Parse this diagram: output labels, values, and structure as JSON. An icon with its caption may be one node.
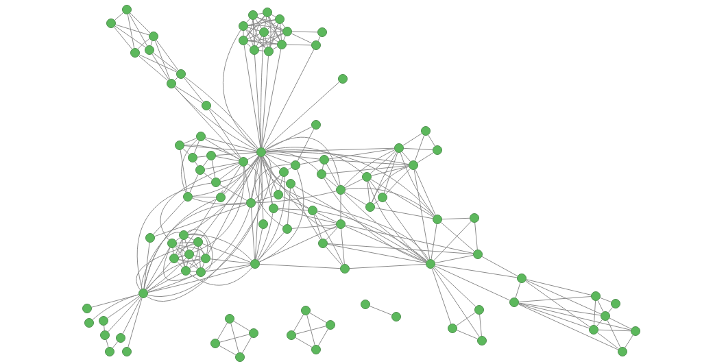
{
  "diagram": {
    "nodes": [
      {
        "text": [],
        "shape": "circle"
      },
      {
        "text": [],
        "shape": "circle"
      },
      {
        "text": [],
        "shape": "circle"
      },
      {
        "text": [],
        "shape": "circle"
      },
      {
        "text": [],
        "shape": "circle"
      },
      {
        "text": [],
        "shape": "circle"
      },
      {
        "text": [],
        "shape": "circle"
      },
      {
        "text": [],
        "shape": "circle"
      },
      {
        "text": [],
        "shape": "circle"
      },
      {
        "text": [],
        "shape": "circle"
      },
      {
        "text": [],
        "shape": "circle"
      },
      {
        "text": [],
        "shape": "circle"
      },
      {
        "text": [],
        "shape": "circle"
      },
      {
        "text": [],
        "shape": "circle"
      },
      {
        "text": [],
        "shape": "circle"
      },
      {
        "text": [],
        "shape": "circle"
      },
      {
        "text": [],
        "shape": "circle"
      },
      {
        "text": [],
        "shape": "circle"
      },
      {
        "text": [],
        "shape": "circle"
      },
      {
        "text": [],
        "shape": "circle"
      },
      {
        "text": [],
        "shape": "circle"
      },
      {
        "text": [],
        "shape": "circle"
      },
      {
        "text": [],
        "shape": "circle"
      },
      {
        "text": [],
        "shape": "circle"
      },
      {
        "text": [],
        "shape": "circle"
      },
      {
        "text": [],
        "shape": "circle"
      },
      {
        "text": [],
        "shape": "circle"
      },
      {
        "text": [],
        "shape": "circle"
      },
      {
        "text": [],
        "shape": "circle"
      },
      {
        "text": [],
        "shape": "circle"
      },
      {
        "text": [],
        "shape": "circle"
      },
      {
        "text": [],
        "shape": "circle"
      },
      {
        "text": [],
        "shape": "circle"
      },
      {
        "text": [],
        "shape": "circle"
      },
      {
        "text": [],
        "shape": "circle"
      },
      {
        "text": [],
        "shape": "circle"
      },
      {
        "text": [],
        "shape": "circle"
      },
      {
        "text": [],
        "shape": "circle"
      },
      {
        "text": [],
        "shape": "circle"
      },
      {
        "text": [],
        "shape": "circle"
      },
      {
        "text": [],
        "shape": "circle"
      },
      {
        "text": [],
        "shape": "circle"
      },
      {
        "text": [],
        "shape": "circle"
      },
      {
        "text": [],
        "shape": "circle"
      },
      {
        "text": [],
        "shape": "circle"
      },
      {
        "text": [],
        "shape": "circle"
      },
      {
        "text": [],
        "shape": "circle"
      },
      {
        "text": [],
        "shape": "circle"
      },
      {
        "text": [],
        "shape": "circle"
      },
      {
        "text": [],
        "shape": "circle"
      },
      {
        "text": [],
        "shape": "circle"
      },
      {
        "text": [],
        "shape": "circle"
      },
      {
        "text": [],
        "shape": "circle"
      },
      {
        "text": [],
        "shape": "circle"
      },
      {
        "text": [],
        "shape": "circle"
      },
      {
        "text": [],
        "shape": "circle"
      },
      {
        "text": [],
        "shape": "circle"
      },
      {
        "text": [],
        "shape": "circle"
      },
      {
        "text": [],
        "shape": "circle"
      },
      {
        "text": [],
        "shape": "circle"
      },
      {
        "text": [],
        "shape": "circle"
      },
      {
        "text": [],
        "shape": "circle"
      },
      {
        "text": [],
        "shape": "circle"
      },
      {
        "text": [],
        "shape": "circle"
      },
      {
        "text": [],
        "shape": "circle"
      },
      {
        "text": [],
        "shape": "circle"
      },
      {
        "text": [],
        "shape": "circle"
      },
      {
        "text": [],
        "shape": "circle"
      },
      {
        "text": [],
        "shape": "circle"
      },
      {
        "text": [],
        "shape": "circle"
      },
      {
        "text": [],
        "shape": "circle"
      },
      {
        "text": [],
        "shape": "circle"
      },
      {
        "text": [],
        "shape": "circle"
      },
      {
        "text": [],
        "shape": "circle"
      },
      {
        "text": [],
        "shape": "circle"
      },
      {
        "text": [],
        "shape": "circle"
      },
      {
        "text": [],
        "shape": "circle"
      },
      {
        "text": [],
        "shape": "circle"
      },
      {
        "text": [],
        "shape": "circle"
      },
      {
        "text": [],
        "shape": "circle"
      },
      {
        "text": [],
        "shape": "circle"
      },
      {
        "text": [],
        "shape": "circle"
      },
      {
        "text": [],
        "shape": "circle"
      },
      {
        "text": [],
        "shape": "circle"
      },
      {
        "text": [],
        "shape": "circle"
      },
      {
        "text": [],
        "shape": "circle"
      },
      {
        "text": [],
        "shape": "circle"
      },
      {
        "text": [],
        "shape": "circle"
      },
      {
        "text": [],
        "shape": "circle"
      },
      {
        "text": [],
        "shape": "circle"
      },
      {
        "text": [],
        "shape": "circle"
      },
      {
        "text": [],
        "shape": "circle"
      },
      {
        "text": [],
        "shape": "circle"
      },
      {
        "text": [],
        "shape": "circle"
      },
      {
        "text": [],
        "shape": "circle"
      },
      {
        "text": [],
        "shape": "circle"
      },
      {
        "text": [],
        "shape": "circle"
      }
    ],
    "edges": [
      {
        "from": 0,
        "to": 1,
        "arrow": "none"
      },
      {
        "from": 0,
        "to": 2,
        "arrow": "none"
      },
      {
        "from": 0,
        "to": 3,
        "arrow": "none"
      },
      {
        "from": 0,
        "to": 4,
        "arrow": "none"
      },
      {
        "from": 1,
        "to": 2,
        "arrow": "none"
      },
      {
        "from": 1,
        "to": 3,
        "arrow": "none"
      },
      {
        "from": 1,
        "to": 4,
        "arrow": "none"
      },
      {
        "from": 2,
        "to": 3,
        "arrow": "none"
      },
      {
        "from": 2,
        "to": 4,
        "arrow": "none"
      },
      {
        "from": 2,
        "to": 5,
        "arrow": "none"
      },
      {
        "from": 2,
        "to": 6,
        "arrow": "none"
      },
      {
        "from": 3,
        "to": 5,
        "arrow": "none"
      },
      {
        "from": 3,
        "to": 6,
        "arrow": "none"
      },
      {
        "from": 4,
        "to": 5,
        "arrow": "none"
      },
      {
        "from": 4,
        "to": 6,
        "arrow": "none"
      },
      {
        "from": 5,
        "to": 6,
        "arrow": "none"
      },
      {
        "from": 5,
        "to": 7,
        "arrow": "none"
      },
      {
        "from": 6,
        "to": 7,
        "arrow": "none"
      },
      {
        "from": 5,
        "to": 22,
        "arrow": "none"
      },
      {
        "from": 6,
        "to": 22,
        "arrow": "none"
      },
      {
        "from": 7,
        "to": 22,
        "arrow": "none"
      },
      {
        "from": 7,
        "to": 28,
        "arrow": "none"
      },
      {
        "from": 6,
        "to": 28,
        "arrow": "none"
      },
      {
        "from": 8,
        "to": 9,
        "arrow": "none"
      },
      {
        "from": 8,
        "to": 10,
        "arrow": "none"
      },
      {
        "from": 8,
        "to": 11,
        "arrow": "none"
      },
      {
        "from": 8,
        "to": 12,
        "arrow": "none"
      },
      {
        "from": 8,
        "to": 13,
        "arrow": "none"
      },
      {
        "from": 8,
        "to": 14,
        "arrow": "none"
      },
      {
        "from": 8,
        "to": 15,
        "arrow": "none"
      },
      {
        "from": 8,
        "to": 16,
        "arrow": "none"
      },
      {
        "from": 8,
        "to": 17,
        "arrow": "none"
      },
      {
        "from": 9,
        "to": 10,
        "arrow": "none"
      },
      {
        "from": 9,
        "to": 11,
        "arrow": "none"
      },
      {
        "from": 9,
        "to": 12,
        "arrow": "none"
      },
      {
        "from": 9,
        "to": 13,
        "arrow": "none"
      },
      {
        "from": 9,
        "to": 14,
        "arrow": "none"
      },
      {
        "from": 9,
        "to": 15,
        "arrow": "none"
      },
      {
        "from": 9,
        "to": 16,
        "arrow": "none"
      },
      {
        "from": 9,
        "to": 17,
        "arrow": "none"
      },
      {
        "from": 10,
        "to": 11,
        "arrow": "none"
      },
      {
        "from": 10,
        "to": 12,
        "arrow": "none"
      },
      {
        "from": 10,
        "to": 13,
        "arrow": "none"
      },
      {
        "from": 10,
        "to": 14,
        "arrow": "none"
      },
      {
        "from": 10,
        "to": 15,
        "arrow": "none"
      },
      {
        "from": 10,
        "to": 16,
        "arrow": "none"
      },
      {
        "from": 10,
        "to": 17,
        "arrow": "none"
      },
      {
        "from": 11,
        "to": 12,
        "arrow": "none"
      },
      {
        "from": 11,
        "to": 13,
        "arrow": "none"
      },
      {
        "from": 11,
        "to": 14,
        "arrow": "none"
      },
      {
        "from": 11,
        "to": 15,
        "arrow": "none"
      },
      {
        "from": 11,
        "to": 16,
        "arrow": "none"
      },
      {
        "from": 11,
        "to": 17,
        "arrow": "none"
      },
      {
        "from": 12,
        "to": 13,
        "arrow": "none"
      },
      {
        "from": 12,
        "to": 14,
        "arrow": "none"
      },
      {
        "from": 12,
        "to": 15,
        "arrow": "none"
      },
      {
        "from": 12,
        "to": 16,
        "arrow": "none"
      },
      {
        "from": 12,
        "to": 17,
        "arrow": "none"
      },
      {
        "from": 13,
        "to": 14,
        "arrow": "none"
      },
      {
        "from": 13,
        "to": 15,
        "arrow": "none"
      },
      {
        "from": 13,
        "to": 16,
        "arrow": "none"
      },
      {
        "from": 13,
        "to": 17,
        "arrow": "none"
      },
      {
        "from": 14,
        "to": 15,
        "arrow": "none"
      },
      {
        "from": 14,
        "to": 16,
        "arrow": "none"
      },
      {
        "from": 14,
        "to": 17,
        "arrow": "none"
      },
      {
        "from": 15,
        "to": 16,
        "arrow": "none"
      },
      {
        "from": 15,
        "to": 17,
        "arrow": "none"
      },
      {
        "from": 16,
        "to": 17,
        "arrow": "none"
      },
      {
        "from": 13,
        "to": 18,
        "arrow": "none"
      },
      {
        "from": 13,
        "to": 19,
        "arrow": "none"
      },
      {
        "from": 17,
        "to": 19,
        "arrow": "none"
      },
      {
        "from": 18,
        "to": 19,
        "arrow": "none"
      },
      {
        "from": 19,
        "to": 22,
        "arrow": "none"
      },
      {
        "from": 11,
        "to": 22,
        "arrow": "none"
      },
      {
        "from": 14,
        "to": 22,
        "arrow": "none"
      },
      {
        "from": 15,
        "to": 22,
        "arrow": "none"
      },
      {
        "from": 12,
        "to": 22,
        "arrow": "none"
      },
      {
        "from": 16,
        "to": 22,
        "arrow": "none"
      },
      {
        "from": 17,
        "to": 22,
        "arrow": "none"
      },
      {
        "from": 20,
        "to": 22,
        "arrow": "none"
      },
      {
        "from": 21,
        "to": 22,
        "arrow": "none"
      },
      {
        "from": 21,
        "to": 39,
        "arrow": "none"
      },
      {
        "from": 22,
        "to": 23,
        "arrow": "none"
      },
      {
        "from": 22,
        "to": 24,
        "arrow": "none"
      },
      {
        "from": 22,
        "to": 26,
        "arrow": "none"
      },
      {
        "from": 22,
        "to": 28,
        "arrow": "none"
      },
      {
        "from": 22,
        "to": 29,
        "arrow": "none"
      },
      {
        "from": 22,
        "to": 30,
        "arrow": "none"
      },
      {
        "from": 22,
        "to": 31,
        "arrow": "none"
      },
      {
        "from": 22,
        "to": 32,
        "arrow": "none"
      },
      {
        "from": 22,
        "to": 33,
        "arrow": "none"
      },
      {
        "from": 22,
        "to": 34,
        "arrow": "none"
      },
      {
        "from": 22,
        "to": 35,
        "arrow": "none"
      },
      {
        "from": 22,
        "to": 36,
        "arrow": "none"
      },
      {
        "from": 22,
        "to": 37,
        "arrow": "none"
      },
      {
        "from": 22,
        "to": 38,
        "arrow": "none"
      },
      {
        "from": 22,
        "to": 39,
        "arrow": "none"
      },
      {
        "from": 22,
        "to": 40,
        "arrow": "none"
      },
      {
        "from": 22,
        "to": 41,
        "arrow": "none"
      },
      {
        "from": 22,
        "to": 42,
        "arrow": "none"
      },
      {
        "from": 22,
        "to": 43,
        "arrow": "none"
      },
      {
        "from": 22,
        "to": 44,
        "arrow": "none"
      },
      {
        "from": 22,
        "to": 48,
        "arrow": "none"
      },
      {
        "from": 22,
        "to": 49,
        "arrow": "none"
      },
      {
        "from": 22,
        "to": 52,
        "arrow": "none"
      },
      {
        "from": 22,
        "to": 53,
        "arrow": "none"
      },
      {
        "from": 22,
        "to": 56,
        "arrow": "none"
      },
      {
        "from": 22,
        "to": 59,
        "arrow": "none"
      },
      {
        "from": 22,
        "to": 68,
        "arrow": "none"
      },
      {
        "from": 22,
        "to": 60,
        "arrow": "none"
      },
      {
        "from": 22,
        "to": 62,
        "arrow": "none"
      },
      {
        "from": 22,
        "to": 65,
        "arrow": "none"
      },
      {
        "from": 23,
        "to": 24,
        "arrow": "none"
      },
      {
        "from": 23,
        "to": 25,
        "arrow": "none"
      },
      {
        "from": 23,
        "to": 30,
        "arrow": "none"
      },
      {
        "from": 23,
        "to": 28,
        "arrow": "none"
      },
      {
        "from": 24,
        "to": 25,
        "arrow": "none"
      },
      {
        "from": 24,
        "to": 30,
        "arrow": "none"
      },
      {
        "from": 24,
        "to": 28,
        "arrow": "none"
      },
      {
        "from": 25,
        "to": 26,
        "arrow": "none"
      },
      {
        "from": 25,
        "to": 27,
        "arrow": "none"
      },
      {
        "from": 26,
        "to": 27,
        "arrow": "none"
      },
      {
        "from": 26,
        "to": 29,
        "arrow": "none"
      },
      {
        "from": 26,
        "to": 28,
        "arrow": "none"
      },
      {
        "from": 27,
        "to": 28,
        "arrow": "none"
      },
      {
        "from": 27,
        "to": 29,
        "arrow": "none"
      },
      {
        "from": 27,
        "to": 30,
        "arrow": "none"
      },
      {
        "from": 28,
        "to": 29,
        "arrow": "none"
      },
      {
        "from": 28,
        "to": 31,
        "arrow": "none"
      },
      {
        "from": 28,
        "to": 32,
        "arrow": "none"
      },
      {
        "from": 28,
        "to": 68,
        "arrow": "none"
      },
      {
        "from": 28,
        "to": 61,
        "arrow": "none"
      },
      {
        "from": 28,
        "to": 64,
        "arrow": "none"
      },
      {
        "from": 29,
        "to": 32,
        "arrow": "none"
      },
      {
        "from": 29,
        "to": 68,
        "arrow": "none"
      },
      {
        "from": 30,
        "to": 31,
        "arrow": "none"
      },
      {
        "from": 30,
        "to": 32,
        "arrow": "none"
      },
      {
        "from": 30,
        "to": 47,
        "arrow": "none"
      },
      {
        "from": 31,
        "to": 68,
        "arrow": "none"
      },
      {
        "from": 31,
        "to": 64,
        "arrow": "none"
      },
      {
        "from": 32,
        "to": 68,
        "arrow": "none"
      },
      {
        "from": 32,
        "to": 67,
        "arrow": "none"
      },
      {
        "from": 32,
        "to": 47,
        "arrow": "none"
      },
      {
        "from": 32,
        "to": 34,
        "arrow": "none"
      },
      {
        "from": 32,
        "to": 37,
        "arrow": "none"
      },
      {
        "from": 32,
        "to": 39,
        "arrow": "none"
      },
      {
        "from": 32,
        "to": 48,
        "arrow": "none"
      },
      {
        "from": 32,
        "to": 43,
        "arrow": "none"
      },
      {
        "from": 33,
        "to": 48,
        "arrow": "none"
      },
      {
        "from": 34,
        "to": 37,
        "arrow": "none"
      },
      {
        "from": 34,
        "to": 42,
        "arrow": "none"
      },
      {
        "from": 35,
        "to": 37,
        "arrow": "none"
      },
      {
        "from": 35,
        "to": 42,
        "arrow": "none"
      },
      {
        "from": 35,
        "to": 44,
        "arrow": "none"
      },
      {
        "from": 35,
        "to": 48,
        "arrow": "none"
      },
      {
        "from": 36,
        "to": 38,
        "arrow": "none"
      },
      {
        "from": 36,
        "to": 44,
        "arrow": "none"
      },
      {
        "from": 36,
        "to": 48,
        "arrow": "none"
      },
      {
        "from": 37,
        "to": 48,
        "arrow": "none"
      },
      {
        "from": 37,
        "to": 39,
        "arrow": "none"
      },
      {
        "from": 38,
        "to": 45,
        "arrow": "none"
      },
      {
        "from": 38,
        "to": 59,
        "arrow": "none"
      },
      {
        "from": 39,
        "to": 40,
        "arrow": "none"
      },
      {
        "from": 39,
        "to": 48,
        "arrow": "none"
      },
      {
        "from": 40,
        "to": 41,
        "arrow": "none"
      },
      {
        "from": 40,
        "to": 43,
        "arrow": "none"
      },
      {
        "from": 40,
        "to": 49,
        "arrow": "none"
      },
      {
        "from": 40,
        "to": 52,
        "arrow": "none"
      },
      {
        "from": 41,
        "to": 43,
        "arrow": "none"
      },
      {
        "from": 41,
        "to": 52,
        "arrow": "none"
      },
      {
        "from": 41,
        "to": 59,
        "arrow": "none"
      },
      {
        "from": 42,
        "to": 44,
        "arrow": "none"
      },
      {
        "from": 42,
        "to": 45,
        "arrow": "none"
      },
      {
        "from": 42,
        "to": 46,
        "arrow": "none"
      },
      {
        "from": 42,
        "to": 59,
        "arrow": "none"
      },
      {
        "from": 43,
        "to": 44,
        "arrow": "none"
      },
      {
        "from": 43,
        "to": 49,
        "arrow": "none"
      },
      {
        "from": 43,
        "to": 53,
        "arrow": "none"
      },
      {
        "from": 43,
        "to": 56,
        "arrow": "none"
      },
      {
        "from": 43,
        "to": 59,
        "arrow": "none"
      },
      {
        "from": 43,
        "to": 55,
        "arrow": "none"
      },
      {
        "from": 44,
        "to": 45,
        "arrow": "none"
      },
      {
        "from": 44,
        "to": 46,
        "arrow": "none"
      },
      {
        "from": 44,
        "to": 59,
        "arrow": "none"
      },
      {
        "from": 44,
        "to": 58,
        "arrow": "none"
      },
      {
        "from": 44,
        "to": 48,
        "arrow": "none"
      },
      {
        "from": 45,
        "to": 46,
        "arrow": "none"
      },
      {
        "from": 45,
        "to": 58,
        "arrow": "none"
      },
      {
        "from": 45,
        "to": 59,
        "arrow": "none"
      },
      {
        "from": 46,
        "to": 48,
        "arrow": "none"
      },
      {
        "from": 46,
        "to": 59,
        "arrow": "none"
      },
      {
        "from": 47,
        "to": 68,
        "arrow": "none"
      },
      {
        "from": 49,
        "to": 50,
        "arrow": "none"
      },
      {
        "from": 49,
        "to": 51,
        "arrow": "none"
      },
      {
        "from": 50,
        "to": 51,
        "arrow": "none"
      },
      {
        "from": 50,
        "to": 52,
        "arrow": "none"
      },
      {
        "from": 51,
        "to": 52,
        "arrow": "none"
      },
      {
        "from": 49,
        "to": 52,
        "arrow": "none"
      },
      {
        "from": 49,
        "to": 53,
        "arrow": "none"
      },
      {
        "from": 49,
        "to": 54,
        "arrow": "none"
      },
      {
        "from": 49,
        "to": 55,
        "arrow": "none"
      },
      {
        "from": 49,
        "to": 56,
        "arrow": "none"
      },
      {
        "from": 52,
        "to": 53,
        "arrow": "none"
      },
      {
        "from": 52,
        "to": 54,
        "arrow": "none"
      },
      {
        "from": 52,
        "to": 55,
        "arrow": "none"
      },
      {
        "from": 52,
        "to": 56,
        "arrow": "none"
      },
      {
        "from": 52,
        "to": 59,
        "arrow": "none"
      },
      {
        "from": 53,
        "to": 54,
        "arrow": "none"
      },
      {
        "from": 53,
        "to": 55,
        "arrow": "none"
      },
      {
        "from": 53,
        "to": 56,
        "arrow": "none"
      },
      {
        "from": 53,
        "to": 59,
        "arrow": "none"
      },
      {
        "from": 54,
        "to": 55,
        "arrow": "none"
      },
      {
        "from": 54,
        "to": 59,
        "arrow": "none"
      },
      {
        "from": 55,
        "to": 56,
        "arrow": "none"
      },
      {
        "from": 56,
        "to": 57,
        "arrow": "none"
      },
      {
        "from": 56,
        "to": 58,
        "arrow": "none"
      },
      {
        "from": 56,
        "to": 59,
        "arrow": "none"
      },
      {
        "from": 57,
        "to": 58,
        "arrow": "none"
      },
      {
        "from": 57,
        "to": 59,
        "arrow": "none"
      },
      {
        "from": 58,
        "to": 59,
        "arrow": "none"
      },
      {
        "from": 58,
        "to": 89,
        "arrow": "none"
      },
      {
        "from": 60,
        "to": 61,
        "arrow": "none"
      },
      {
        "from": 60,
        "to": 62,
        "arrow": "none"
      },
      {
        "from": 60,
        "to": 63,
        "arrow": "none"
      },
      {
        "from": 60,
        "to": 64,
        "arrow": "none"
      },
      {
        "from": 60,
        "to": 65,
        "arrow": "none"
      },
      {
        "from": 60,
        "to": 66,
        "arrow": "none"
      },
      {
        "from": 60,
        "to": 67,
        "arrow": "none"
      },
      {
        "from": 61,
        "to": 62,
        "arrow": "none"
      },
      {
        "from": 61,
        "to": 63,
        "arrow": "none"
      },
      {
        "from": 61,
        "to": 64,
        "arrow": "none"
      },
      {
        "from": 61,
        "to": 65,
        "arrow": "none"
      },
      {
        "from": 61,
        "to": 66,
        "arrow": "none"
      },
      {
        "from": 61,
        "to": 67,
        "arrow": "none"
      },
      {
        "from": 62,
        "to": 63,
        "arrow": "none"
      },
      {
        "from": 62,
        "to": 64,
        "arrow": "none"
      },
      {
        "from": 62,
        "to": 65,
        "arrow": "none"
      },
      {
        "from": 62,
        "to": 66,
        "arrow": "none"
      },
      {
        "from": 62,
        "to": 67,
        "arrow": "none"
      },
      {
        "from": 63,
        "to": 64,
        "arrow": "none"
      },
      {
        "from": 63,
        "to": 65,
        "arrow": "none"
      },
      {
        "from": 63,
        "to": 66,
        "arrow": "none"
      },
      {
        "from": 63,
        "to": 67,
        "arrow": "none"
      },
      {
        "from": 64,
        "to": 65,
        "arrow": "none"
      },
      {
        "from": 64,
        "to": 66,
        "arrow": "none"
      },
      {
        "from": 64,
        "to": 67,
        "arrow": "none"
      },
      {
        "from": 65,
        "to": 66,
        "arrow": "none"
      },
      {
        "from": 65,
        "to": 67,
        "arrow": "none"
      },
      {
        "from": 66,
        "to": 67,
        "arrow": "none"
      },
      {
        "from": 48,
        "to": 62,
        "arrow": "none"
      },
      {
        "from": 48,
        "to": 65,
        "arrow": "none"
      },
      {
        "from": 48,
        "to": 67,
        "arrow": "none"
      },
      {
        "from": 48,
        "to": 66,
        "arrow": "none"
      },
      {
        "from": 48,
        "to": 60,
        "arrow": "none"
      },
      {
        "from": 48,
        "to": 68,
        "arrow": "none"
      },
      {
        "from": 68,
        "to": 60,
        "arrow": "none"
      },
      {
        "from": 68,
        "to": 61,
        "arrow": "none"
      },
      {
        "from": 68,
        "to": 63,
        "arrow": "none"
      },
      {
        "from": 68,
        "to": 64,
        "arrow": "none"
      },
      {
        "from": 68,
        "to": 66,
        "arrow": "none"
      },
      {
        "from": 68,
        "to": 67,
        "arrow": "none"
      },
      {
        "from": 68,
        "to": 62,
        "arrow": "none"
      },
      {
        "from": 68,
        "to": 65,
        "arrow": "none"
      },
      {
        "from": 68,
        "to": 69,
        "arrow": "none"
      },
      {
        "from": 68,
        "to": 70,
        "arrow": "none"
      },
      {
        "from": 68,
        "to": 71,
        "arrow": "none"
      },
      {
        "from": 68,
        "to": 72,
        "arrow": "none"
      },
      {
        "from": 68,
        "to": 73,
        "arrow": "none"
      },
      {
        "from": 68,
        "to": 75,
        "arrow": "none"
      },
      {
        "from": 71,
        "to": 72,
        "arrow": "none"
      },
      {
        "from": 72,
        "to": 74,
        "arrow": "none"
      },
      {
        "from": 73,
        "to": 74,
        "arrow": "none"
      },
      {
        "from": 76,
        "to": 77,
        "arrow": "none"
      },
      {
        "from": 76,
        "to": 78,
        "arrow": "none"
      },
      {
        "from": 76,
        "to": 79,
        "arrow": "none"
      },
      {
        "from": 77,
        "to": 78,
        "arrow": "none"
      },
      {
        "from": 77,
        "to": 79,
        "arrow": "none"
      },
      {
        "from": 78,
        "to": 79,
        "arrow": "none"
      },
      {
        "from": 80,
        "to": 81,
        "arrow": "none"
      },
      {
        "from": 80,
        "to": 82,
        "arrow": "none"
      },
      {
        "from": 80,
        "to": 83,
        "arrow": "none"
      },
      {
        "from": 81,
        "to": 82,
        "arrow": "none"
      },
      {
        "from": 81,
        "to": 83,
        "arrow": "none"
      },
      {
        "from": 82,
        "to": 83,
        "arrow": "none"
      },
      {
        "from": 84,
        "to": 85,
        "arrow": "none"
      },
      {
        "from": 59,
        "to": 89,
        "arrow": "none"
      },
      {
        "from": 59,
        "to": 90,
        "arrow": "none"
      },
      {
        "from": 59,
        "to": 86,
        "arrow": "none"
      },
      {
        "from": 59,
        "to": 87,
        "arrow": "none"
      },
      {
        "from": 59,
        "to": 88,
        "arrow": "none"
      },
      {
        "from": 86,
        "to": 87,
        "arrow": "none"
      },
      {
        "from": 86,
        "to": 88,
        "arrow": "none"
      },
      {
        "from": 87,
        "to": 88,
        "arrow": "none"
      },
      {
        "from": 89,
        "to": 90,
        "arrow": "none"
      },
      {
        "from": 89,
        "to": 91,
        "arrow": "none"
      },
      {
        "from": 89,
        "to": 93,
        "arrow": "none"
      },
      {
        "from": 89,
        "to": 94,
        "arrow": "none"
      },
      {
        "from": 90,
        "to": 91,
        "arrow": "none"
      },
      {
        "from": 90,
        "to": 93,
        "arrow": "none"
      },
      {
        "from": 90,
        "to": 94,
        "arrow": "none"
      },
      {
        "from": 90,
        "to": 95,
        "arrow": "none"
      },
      {
        "from": 90,
        "to": 96,
        "arrow": "none"
      },
      {
        "from": 91,
        "to": 92,
        "arrow": "none"
      },
      {
        "from": 91,
        "to": 93,
        "arrow": "none"
      },
      {
        "from": 91,
        "to": 94,
        "arrow": "none"
      },
      {
        "from": 92,
        "to": 93,
        "arrow": "none"
      },
      {
        "from": 93,
        "to": 94,
        "arrow": "none"
      },
      {
        "from": 93,
        "to": 96,
        "arrow": "none"
      },
      {
        "from": 93,
        "to": 95,
        "arrow": "none"
      },
      {
        "from": 94,
        "to": 95,
        "arrow": "none"
      },
      {
        "from": 94,
        "to": 96,
        "arrow": "none"
      },
      {
        "from": 95,
        "to": 96,
        "arrow": "none"
      }
    ]
  }
}
